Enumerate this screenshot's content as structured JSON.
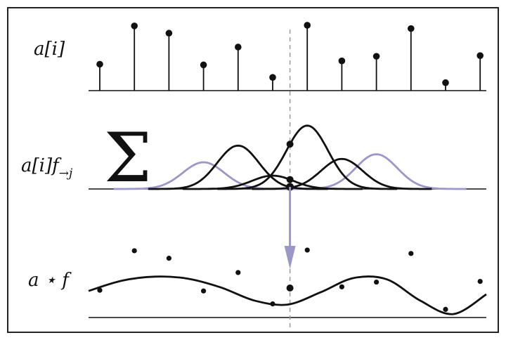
{
  "labels": {
    "row1": "a[i]",
    "row2": "a[i]f",
    "row2_sub": "→j",
    "row3": "a ⋆ f",
    "sum_symbol": "Σ"
  },
  "colors": {
    "ink": "#111111",
    "accent": "#9b97c9",
    "dashed": "#9a9a9a",
    "frame": "#222222"
  },
  "samples": [
    {
      "i": 0,
      "value": 0.4
    },
    {
      "i": 1,
      "value": 0.98
    },
    {
      "i": 2,
      "value": 0.87
    },
    {
      "i": 3,
      "value": 0.39
    },
    {
      "i": 4,
      "value": 0.66
    },
    {
      "i": 5,
      "value": 0.2
    },
    {
      "i": 6,
      "value": 0.99
    },
    {
      "i": 7,
      "value": 0.45
    },
    {
      "i": 8,
      "value": 0.52
    },
    {
      "i": 9,
      "value": 0.94
    },
    {
      "i": 10,
      "value": 0.12
    },
    {
      "i": 11,
      "value": 0.53
    }
  ],
  "kernels": [
    {
      "center": 3.0,
      "amp": 0.4,
      "highlight": true
    },
    {
      "center": 4.0,
      "amp": 0.65,
      "highlight": false
    },
    {
      "center": 5.0,
      "amp": 0.2,
      "highlight": false
    },
    {
      "center": 6.0,
      "amp": 0.95,
      "highlight": false
    },
    {
      "center": 7.0,
      "amp": 0.45,
      "highlight": false
    },
    {
      "center": 8.0,
      "amp": 0.52,
      "highlight": true
    }
  ],
  "kernel_sigma": 0.6,
  "query_index": 5.5,
  "convolution_curve_values": [
    0.39,
    0.54,
    0.6,
    0.57,
    0.44,
    0.25,
    0.19,
    0.37,
    0.58,
    0.56,
    0.25,
    0.05,
    0.34
  ]
}
